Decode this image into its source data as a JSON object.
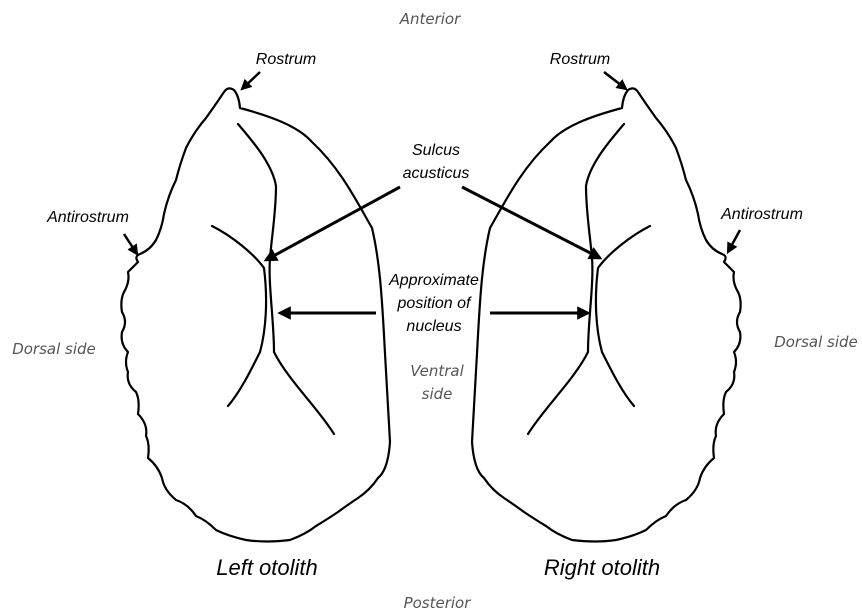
{
  "orientation": {
    "anterior": "Anterior",
    "posterior": "Posterior",
    "dorsal_left": "Dorsal side",
    "dorsal_right": "Dorsal side",
    "ventral_line1": "Ventral",
    "ventral_line2": "side"
  },
  "labels": {
    "rostrum_left": "Rostrum",
    "rostrum_right": "Rostrum",
    "antirostrum_left": "Antirostrum",
    "antirostrum_right": "Antirostrum",
    "sulcus_line1": "Sulcus",
    "sulcus_line2": "acusticus",
    "nucleus_line1": "Approximate",
    "nucleus_line2": "position of",
    "nucleus_line3": "nucleus"
  },
  "titles": {
    "left": "Left otolith",
    "right": "Right otolith"
  }
}
